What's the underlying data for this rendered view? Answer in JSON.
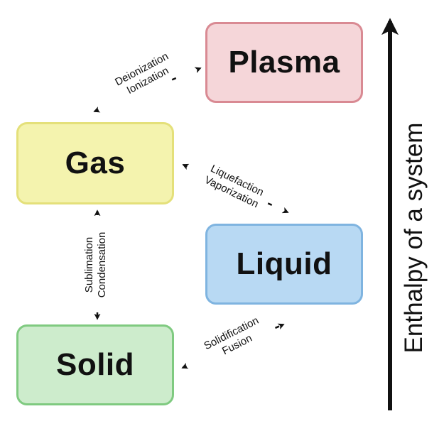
{
  "states": {
    "plasma": {
      "label": "Plasma",
      "fill": "#f5d6d9",
      "border": "#d98a93"
    },
    "gas": {
      "label": "Gas",
      "fill": "#f4f3ae",
      "border": "#e4e07a"
    },
    "liquid": {
      "label": "Liquid",
      "fill": "#b8d9f3",
      "border": "#7fb4e0"
    },
    "solid": {
      "label": "Solid",
      "fill": "#cdeccc",
      "border": "#7fca80"
    }
  },
  "transitions": {
    "gas_plasma": {
      "top": "Deionization",
      "bottom": "Ionization"
    },
    "gas_liquid": {
      "top": "Liquefaction",
      "bottom": "Vaporization"
    },
    "solid_gas": {
      "left": "Sublimation",
      "right": "Condensation"
    },
    "solid_liquid": {
      "top": "Solidification",
      "bottom": "Fusion"
    }
  },
  "axis": {
    "label": "Enthalpy of a system",
    "color": "#111111"
  }
}
